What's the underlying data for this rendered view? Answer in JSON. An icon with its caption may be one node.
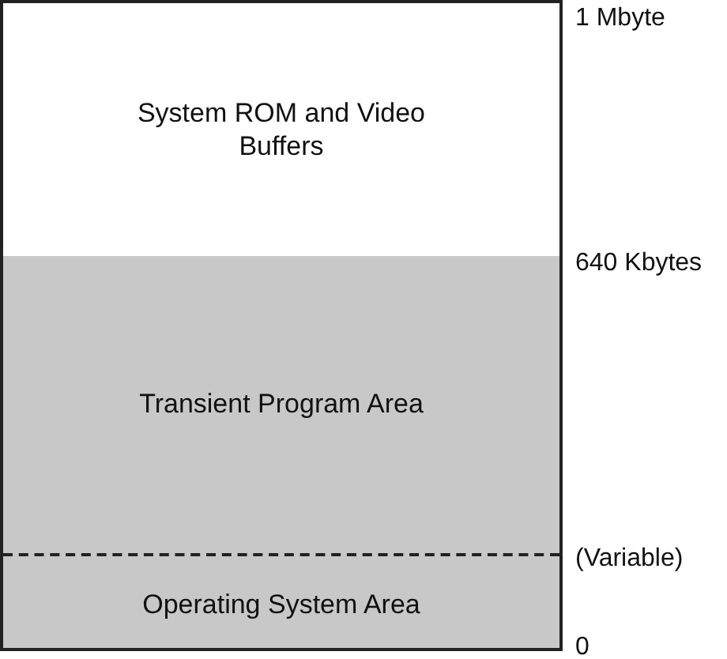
{
  "diagram": {
    "nodes": [
      {
        "text": [
          "System ROM and Video Buffers"
        ]
      },
      {
        "text": [
          "Transient Program Area"
        ]
      },
      {
        "text": [
          "Operating System Area"
        ]
      }
    ],
    "labels": [
      "1 Mbyte",
      "640 Kbytes",
      "(Variable)",
      "0"
    ]
  }
}
